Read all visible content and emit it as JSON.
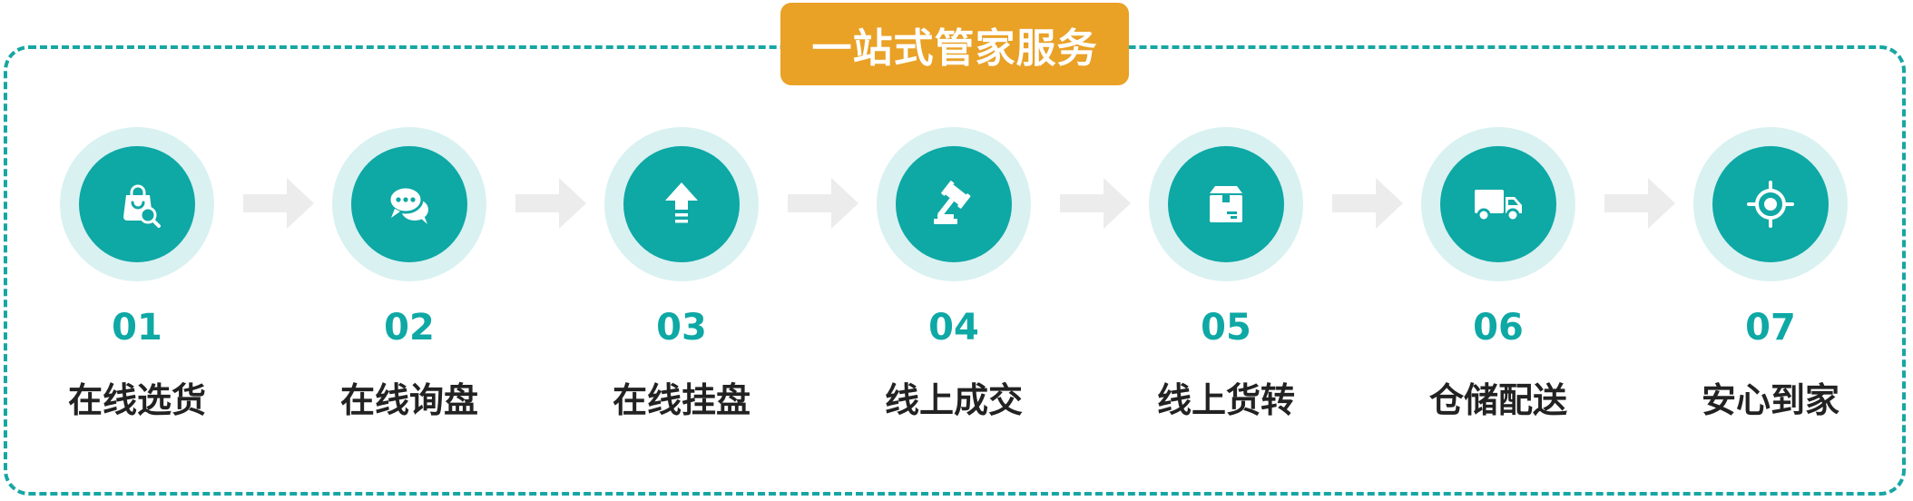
{
  "title": "一站式管家服务",
  "colors": {
    "accent": "#0ea8a5",
    "halo": "#d9f1f1",
    "badge": "#e9a126",
    "arrow": "#ececec",
    "frame": "#17a6a3"
  },
  "steps": [
    {
      "num": "01",
      "label": "在线选货",
      "icon": "shopping-bag-search-icon"
    },
    {
      "num": "02",
      "label": "在线询盘",
      "icon": "chat-bubbles-icon"
    },
    {
      "num": "03",
      "label": "在线挂盘",
      "icon": "upload-arrow-icon"
    },
    {
      "num": "04",
      "label": "线上成交",
      "icon": "gavel-icon"
    },
    {
      "num": "05",
      "label": "线上货转",
      "icon": "box-icon"
    },
    {
      "num": "06",
      "label": "仓储配送",
      "icon": "delivery-truck-icon"
    },
    {
      "num": "07",
      "label": "安心到家",
      "icon": "target-icon"
    }
  ]
}
